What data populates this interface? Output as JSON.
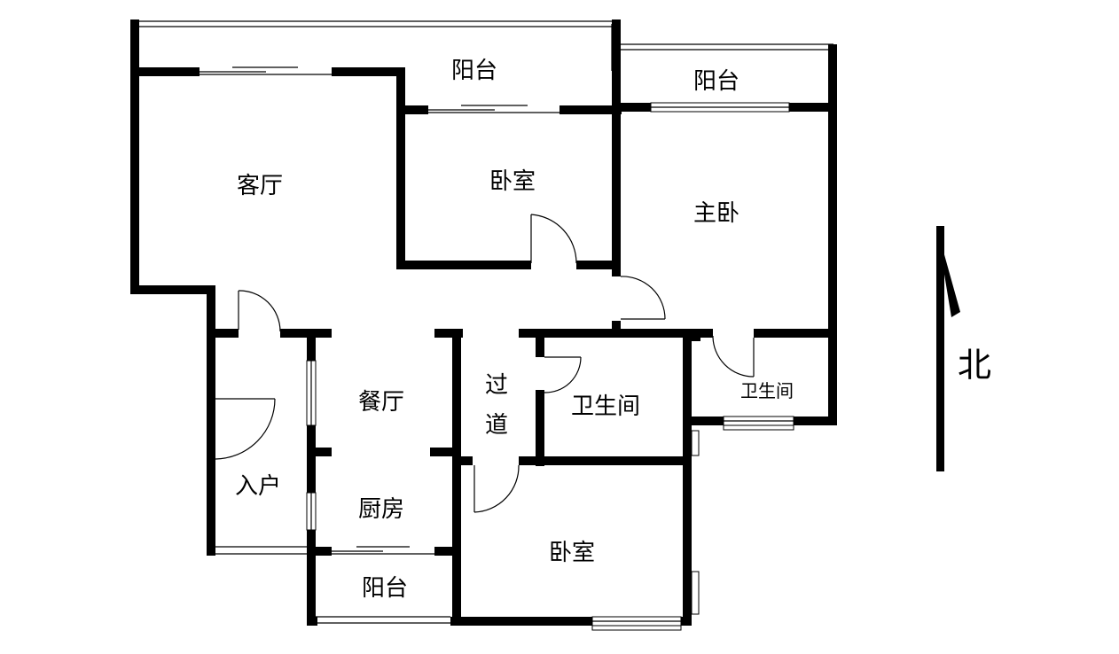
{
  "colors": {
    "wall": "#000000",
    "background": "#ffffff"
  },
  "rooms": {
    "balcony_top": "阳台",
    "balcony_right": "阳台",
    "living_room": "客厅",
    "bedroom_top": "卧室",
    "master_bedroom": "主卧",
    "dining_room": "餐厅",
    "corridor_1": "过",
    "corridor_2": "道",
    "bathroom_main": "卫生间",
    "bathroom_master": "卫生间",
    "entrance": "入户",
    "kitchen": "厨房",
    "bedroom_bottom": "卧室",
    "balcony_bottom": "阳台"
  },
  "compass": {
    "label": "北",
    "icon": "north-arrow-icon"
  }
}
